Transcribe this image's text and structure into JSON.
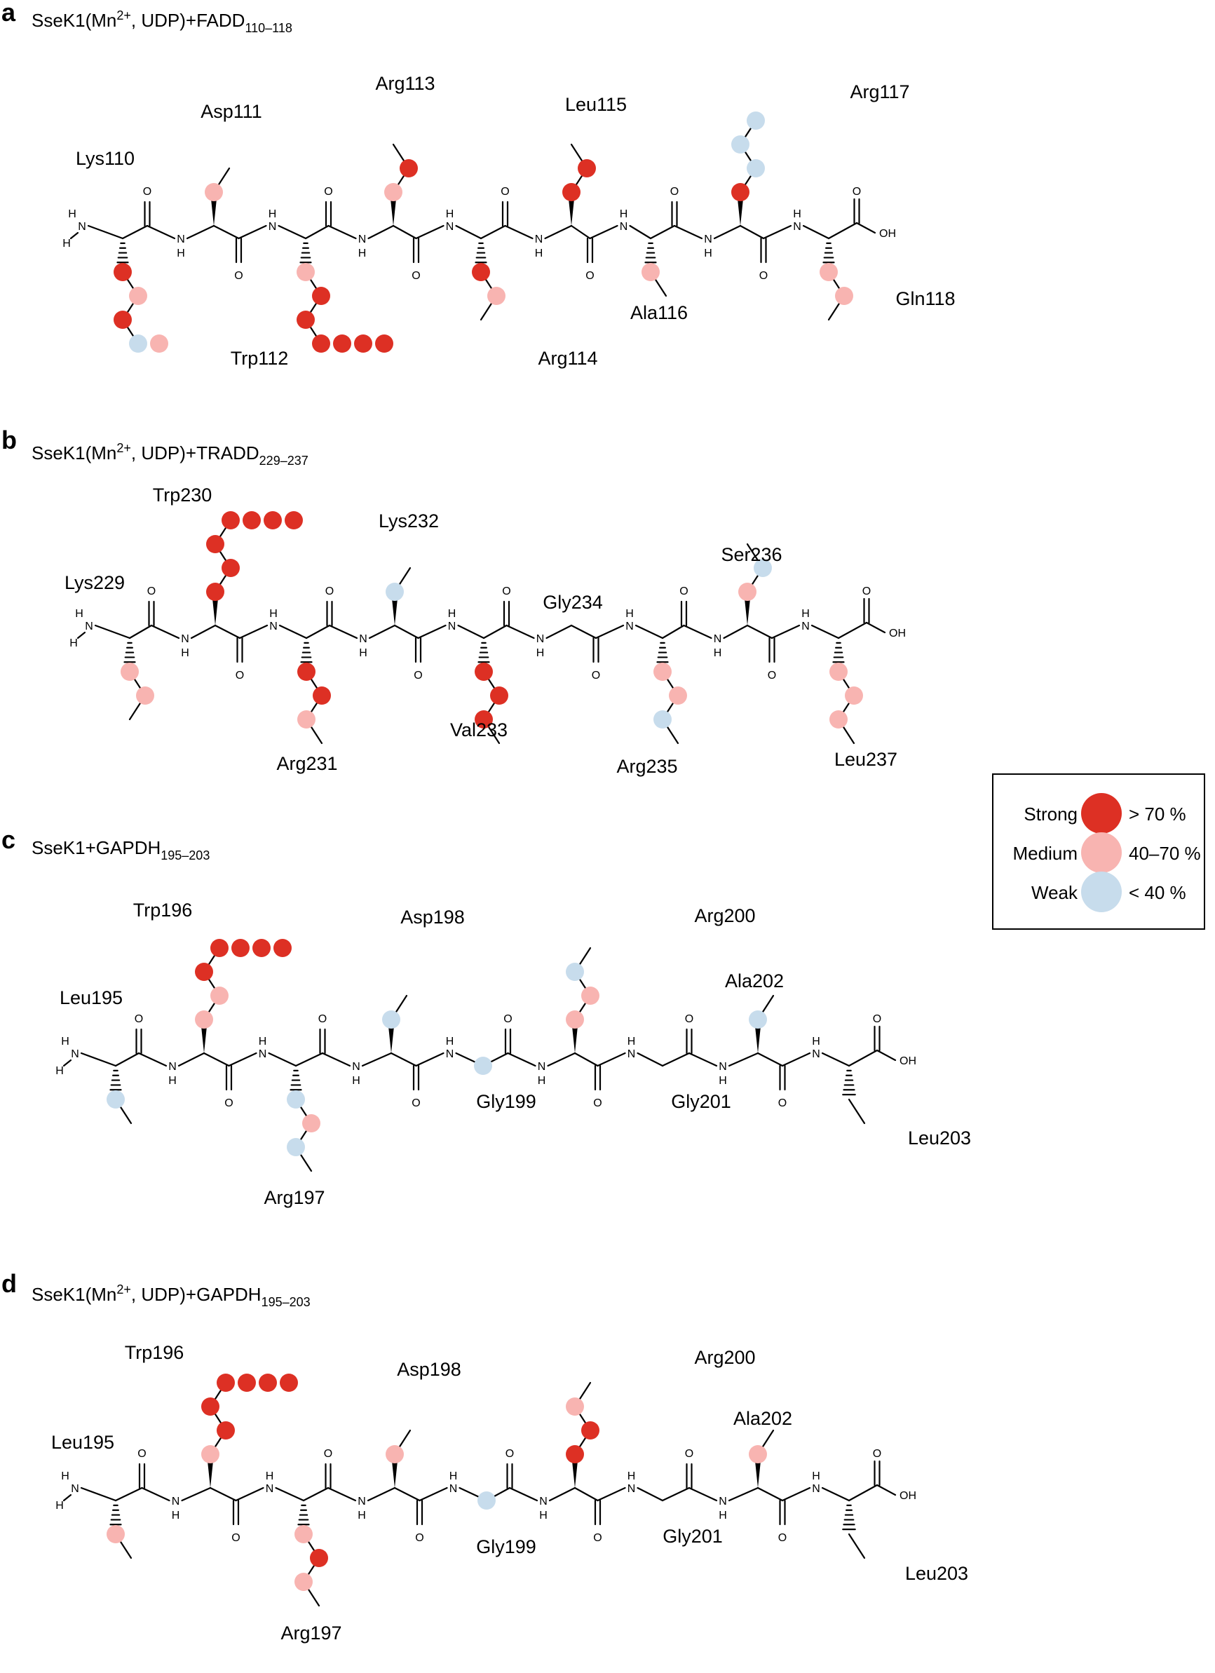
{
  "colors": {
    "strong": "#DD3024",
    "medium": "#F8B4B1",
    "weak": "#C7DCEC",
    "bond": "#000000"
  },
  "legend": {
    "items": [
      {
        "level": "strong",
        "name": "Strong",
        "range": "> 70 %"
      },
      {
        "level": "medium",
        "name": "Medium",
        "range": "40–70 %"
      },
      {
        "level": "weak",
        "name": "Weak",
        "range": "< 40 %"
      }
    ]
  },
  "panels": [
    {
      "letter": "a",
      "title_main": "SseK1(Mn",
      "title_sup": "2+",
      "title_mid": ", UDP)+FADD",
      "title_sub": "110–118",
      "residues": [
        "Lys110",
        "Asp111",
        "Trp112",
        "Arg113",
        "Arg114",
        "Leu115",
        "Ala116",
        "Arg117",
        "Gln118"
      ],
      "contacts": {
        "Lys110": [
          "strong",
          "medium",
          "strong",
          "weak",
          "medium"
        ],
        "Asp111": [
          "medium"
        ],
        "Trp112": [
          "medium",
          "strong",
          "strong",
          "strong",
          "strong",
          "strong",
          "strong"
        ],
        "Arg113": [
          "medium",
          "strong"
        ],
        "Arg114": [
          "strong",
          "medium"
        ],
        "Leu115": [
          "strong",
          "strong"
        ],
        "Ala116": [
          "medium"
        ],
        "Arg117": [
          "strong",
          "weak",
          "weak",
          "weak"
        ],
        "Gln118": [
          "medium",
          "medium"
        ]
      }
    },
    {
      "letter": "b",
      "title_main": "SseK1(Mn",
      "title_sup": "2+",
      "title_mid": ", UDP)+TRADD",
      "title_sub": "229–237",
      "residues": [
        "Lys229",
        "Trp230",
        "Arg231",
        "Lys232",
        "Val233",
        "Gly234",
        "Arg235",
        "Ser236",
        "Leu237"
      ],
      "contacts": {
        "Lys229": [
          "medium",
          "medium"
        ],
        "Trp230": [
          "strong",
          "strong",
          "strong",
          "strong",
          "strong",
          "strong",
          "strong"
        ],
        "Arg231": [
          "strong",
          "strong",
          "medium"
        ],
        "Lys232": [
          "weak"
        ],
        "Val233": [
          "strong",
          "strong",
          "strong"
        ],
        "Arg235": [
          "medium",
          "medium",
          "weak"
        ],
        "Ser236": [
          "medium",
          "weak"
        ],
        "Leu237": [
          "medium",
          "medium",
          "medium"
        ]
      }
    },
    {
      "letter": "c",
      "title_main": "SseK1+GAPDH",
      "title_sup": "",
      "title_mid": "",
      "title_sub": "195–203",
      "residues": [
        "Leu195",
        "Trp196",
        "Arg197",
        "Asp198",
        "Gly199",
        "Arg200",
        "Gly201",
        "Ala202",
        "Leu203"
      ],
      "contacts": {
        "Leu195": [
          "weak"
        ],
        "Trp196": [
          "medium",
          "medium",
          "strong",
          "strong",
          "strong",
          "strong",
          "strong"
        ],
        "Arg197": [
          "weak",
          "medium",
          "weak"
        ],
        "Asp198": [
          "weak"
        ],
        "Gly199": [
          "weak"
        ],
        "Arg200": [
          "medium",
          "medium",
          "weak"
        ],
        "Ala202": [
          "weak"
        ]
      }
    },
    {
      "letter": "d",
      "title_main": "SseK1(Mn",
      "title_sup": "2+",
      "title_mid": ", UDP)+GAPDH",
      "title_sub": "195–203",
      "residues": [
        "Leu195",
        "Trp196",
        "Arg197",
        "Asp198",
        "Gly199",
        "Arg200",
        "Gly201",
        "Ala202",
        "Leu203"
      ],
      "contacts": {
        "Leu195": [
          "medium"
        ],
        "Trp196": [
          "medium",
          "strong",
          "strong",
          "strong",
          "strong",
          "strong",
          "strong"
        ],
        "Arg197": [
          "medium",
          "strong",
          "medium"
        ],
        "Asp198": [
          "medium"
        ],
        "Gly199": [
          "weak"
        ],
        "Arg200": [
          "strong",
          "strong",
          "medium"
        ],
        "Ala202": [
          "medium"
        ]
      }
    }
  ]
}
